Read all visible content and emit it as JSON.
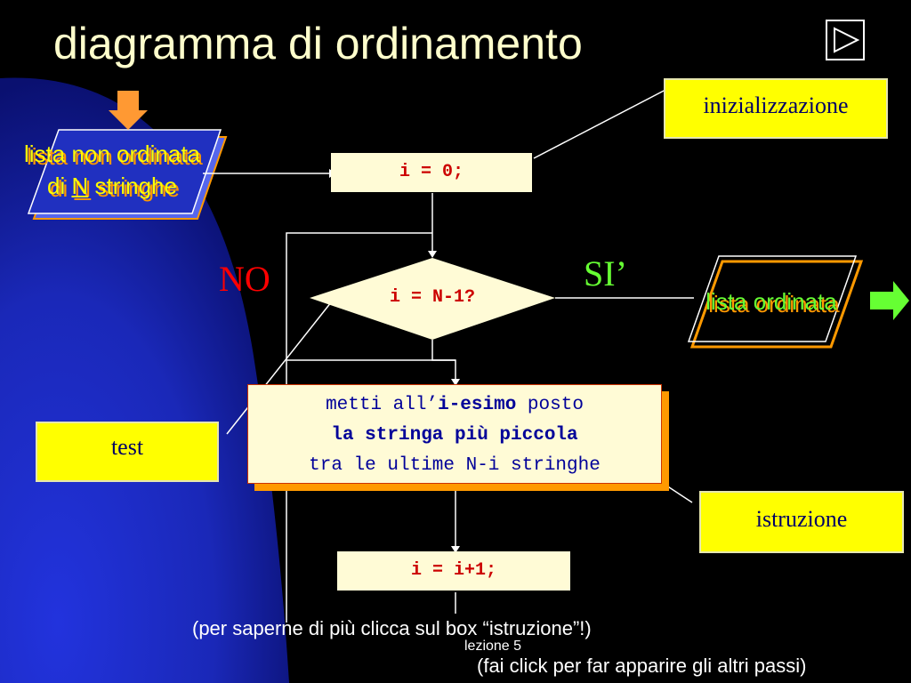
{
  "title": "diagramma di ordinamento",
  "nav": {
    "icon": "play-triangle-icon"
  },
  "labels": {
    "inizializzazione": "inizializzazione",
    "test": "test",
    "istruzione": "istruzione"
  },
  "flow": {
    "init_code": "i = 0;",
    "cond_code": "i = N-1?",
    "incr_code": "i = i+1;",
    "no": "NO",
    "si": "SI’"
  },
  "input": {
    "line1": "lista non ordinata",
    "line2_prefix": "di ",
    "line2_n": "N",
    "line2_suffix": " stringhe",
    "arrow_icon": "orange-down-arrow-icon"
  },
  "output": {
    "text": "lista ordinata",
    "arrow_icon": "green-right-arrow-icon"
  },
  "instruction": {
    "l1a": "metti all’",
    "l1b": "i-esimo",
    "l1c": " posto",
    "l2": "la stringa più piccola",
    "l3": "tra le ultime N-i stringhe"
  },
  "notes": {
    "hint": "(per saperne di più clicca sul box “istruzione”!)",
    "footer": "lezione 5",
    "next": "(fai click per far apparire gli altri passi)"
  },
  "colors": {
    "background": "#000000",
    "blue_shape": "#1f2fc8",
    "title": "#ffffcc",
    "yellow_box": "#ffff00",
    "code_bg": "#fffbd6",
    "code_text": "#cc0000",
    "no": "#ff0000",
    "si": "#66ff33"
  }
}
